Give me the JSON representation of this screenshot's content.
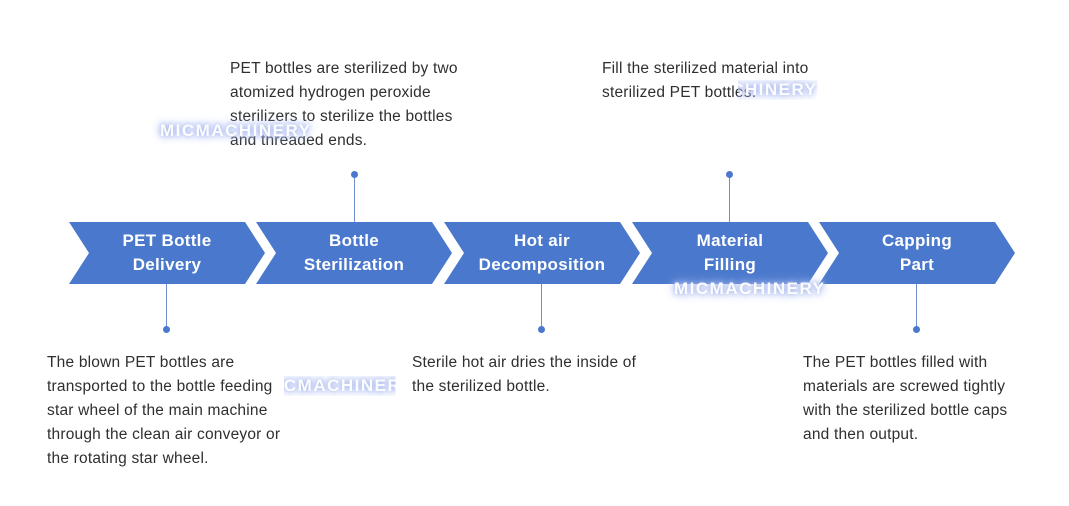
{
  "colors": {
    "step_fill": "#4a78cc",
    "step_text": "#ffffff",
    "connector": "#6f8fd2",
    "description_text": "#2f2f2f"
  },
  "steps": [
    {
      "label": "PET Bottle\nDelivery",
      "description": "The blown PET bottles are\ntransported to the bottle feeding\nstar wheel of the main machine\nthrough the clean air conveyor or\nthe rotating star wheel."
    },
    {
      "label": "Bottle\nSterilization",
      "description": "PET bottles are sterilized by two\natomized hydrogen peroxide\nsterilizers to sterilize the bottles\nand threaded ends."
    },
    {
      "label": "Hot air\nDecomposition",
      "description": "Sterile hot air dries the inside of\nthe sterilized bottle."
    },
    {
      "label": "Material\nFilling",
      "description": "Fill the sterilized material into\nsterilized PET bottles."
    },
    {
      "label": "Capping\nPart",
      "description": "The PET bottles filled with\nmaterials are screwed tightly\nwith the sterilized bottle caps\nand then output."
    }
  ],
  "watermarks": [
    "MICMACHINERY",
    "MICMACHINERY",
    "MICMACHINERY",
    "MICMACHINERY"
  ]
}
